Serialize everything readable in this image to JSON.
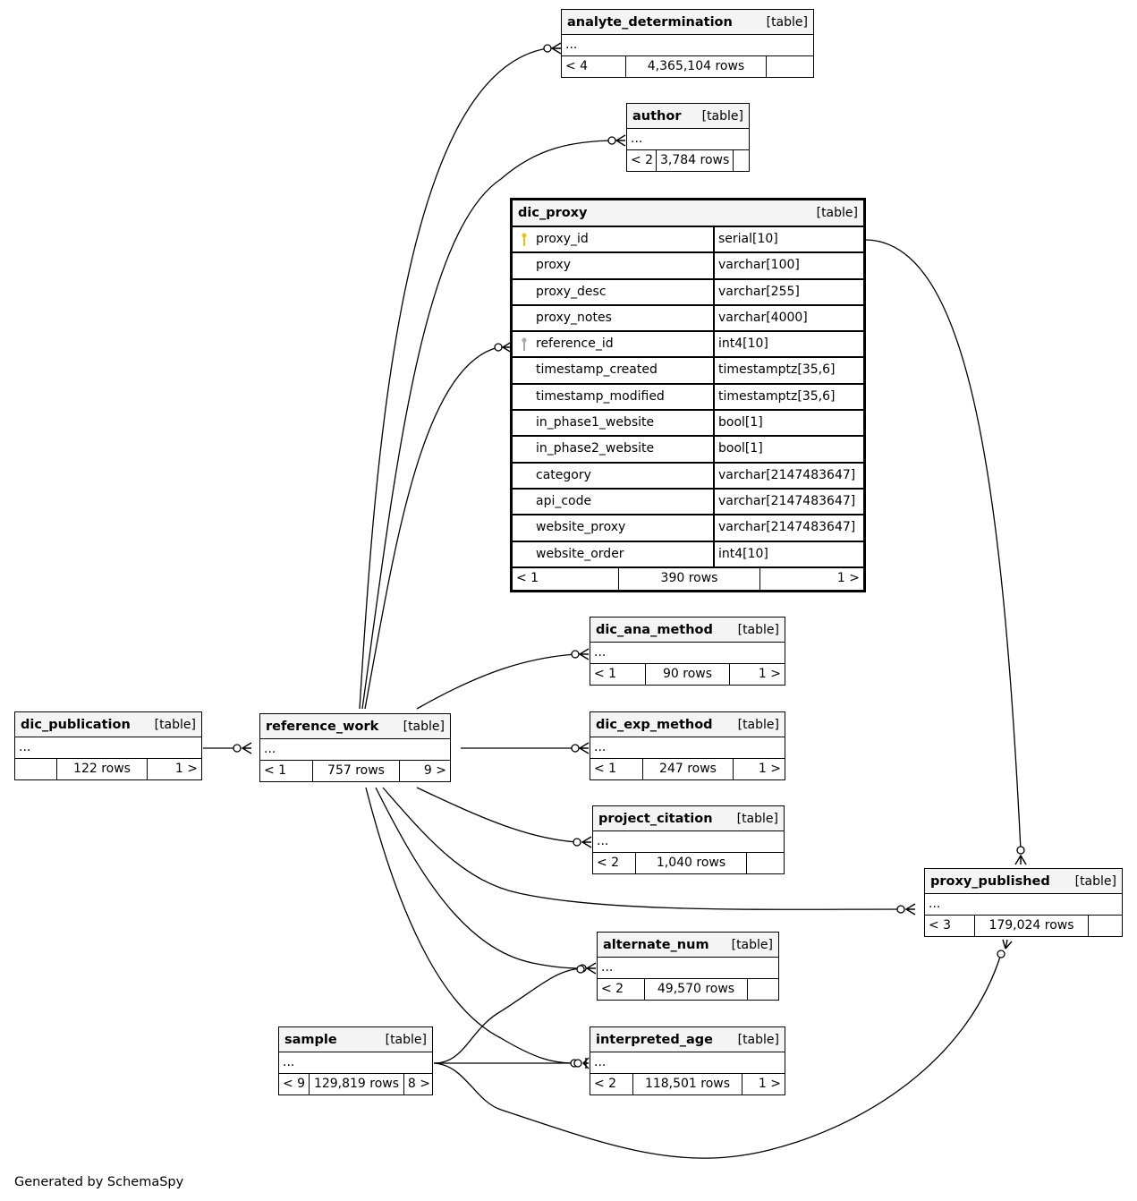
{
  "generated_by": "Generated by SchemaSpy",
  "tables": {
    "analyte_determination": {
      "name": "analyte_determination",
      "kind": "[table]",
      "cols": "...",
      "parents": "< 4",
      "rows": "4,365,104 rows",
      "children": ""
    },
    "author": {
      "name": "author",
      "kind": "[table]",
      "cols": "...",
      "parents": "< 2",
      "rows": "3,784 rows",
      "children": ""
    },
    "dic_proxy": {
      "name": "dic_proxy",
      "kind": "[table]",
      "parents": "< 1",
      "rows": "390 rows",
      "children": "1 >",
      "columns": [
        {
          "name": "proxy_id",
          "type": "serial[10]",
          "key": "primary"
        },
        {
          "name": "proxy",
          "type": "varchar[100]",
          "key": ""
        },
        {
          "name": "proxy_desc",
          "type": "varchar[255]",
          "key": ""
        },
        {
          "name": "proxy_notes",
          "type": "varchar[4000]",
          "key": ""
        },
        {
          "name": "reference_id",
          "type": "int4[10]",
          "key": "foreign"
        },
        {
          "name": "timestamp_created",
          "type": "timestamptz[35,6]",
          "key": ""
        },
        {
          "name": "timestamp_modified",
          "type": "timestamptz[35,6]",
          "key": ""
        },
        {
          "name": "in_phase1_website",
          "type": "bool[1]",
          "key": ""
        },
        {
          "name": "in_phase2_website",
          "type": "bool[1]",
          "key": ""
        },
        {
          "name": "category",
          "type": "varchar[2147483647]",
          "key": ""
        },
        {
          "name": "api_code",
          "type": "varchar[2147483647]",
          "key": ""
        },
        {
          "name": "website_proxy",
          "type": "varchar[2147483647]",
          "key": ""
        },
        {
          "name": "website_order",
          "type": "int4[10]",
          "key": ""
        }
      ]
    },
    "dic_ana_method": {
      "name": "dic_ana_method",
      "kind": "[table]",
      "cols": "...",
      "parents": "< 1",
      "rows": "90 rows",
      "children": "1 >"
    },
    "dic_exp_method": {
      "name": "dic_exp_method",
      "kind": "[table]",
      "cols": "...",
      "parents": "< 1",
      "rows": "247 rows",
      "children": "1 >"
    },
    "dic_publication": {
      "name": "dic_publication",
      "kind": "[table]",
      "cols": "...",
      "parents": "",
      "rows": "122 rows",
      "children": "1 >"
    },
    "reference_work": {
      "name": "reference_work",
      "kind": "[table]",
      "cols": "...",
      "parents": "< 1",
      "rows": "757 rows",
      "children": "9 >"
    },
    "project_citation": {
      "name": "project_citation",
      "kind": "[table]",
      "cols": "...",
      "parents": "< 2",
      "rows": "1,040 rows",
      "children": ""
    },
    "proxy_published": {
      "name": "proxy_published",
      "kind": "[table]",
      "cols": "...",
      "parents": "< 3",
      "rows": "179,024 rows",
      "children": ""
    },
    "alternate_num": {
      "name": "alternate_num",
      "kind": "[table]",
      "cols": "...",
      "parents": "< 2",
      "rows": "49,570 rows",
      "children": ""
    },
    "sample": {
      "name": "sample",
      "kind": "[table]",
      "cols": "...",
      "parents": "< 9",
      "rows": "129,819 rows",
      "children": "8 >"
    },
    "interpreted_age": {
      "name": "interpreted_age",
      "kind": "[table]",
      "cols": "...",
      "parents": "< 2",
      "rows": "118,501 rows",
      "children": "1 >"
    }
  },
  "relationships": [
    {
      "from": "reference_work",
      "to": "analyte_determination"
    },
    {
      "from": "reference_work",
      "to": "author"
    },
    {
      "from": "reference_work",
      "to": "dic_proxy"
    },
    {
      "from": "dic_proxy",
      "to": "proxy_published"
    },
    {
      "from": "reference_work",
      "to": "dic_ana_method"
    },
    {
      "from": "dic_publication",
      "to": "reference_work"
    },
    {
      "from": "reference_work",
      "to": "dic_exp_method"
    },
    {
      "from": "reference_work",
      "to": "project_citation"
    },
    {
      "from": "reference_work",
      "to": "proxy_published"
    },
    {
      "from": "reference_work",
      "to": "alternate_num"
    },
    {
      "from": "reference_work",
      "to": "interpreted_age"
    },
    {
      "from": "sample",
      "to": "alternate_num"
    },
    {
      "from": "sample",
      "to": "interpreted_age"
    },
    {
      "from": "sample",
      "to": "proxy_published"
    }
  ],
  "colors": {
    "line": "#000000",
    "header_bg": "#f4f4f4",
    "primary_key": "#e6c800",
    "foreign_key": "#aaaaaa"
  }
}
